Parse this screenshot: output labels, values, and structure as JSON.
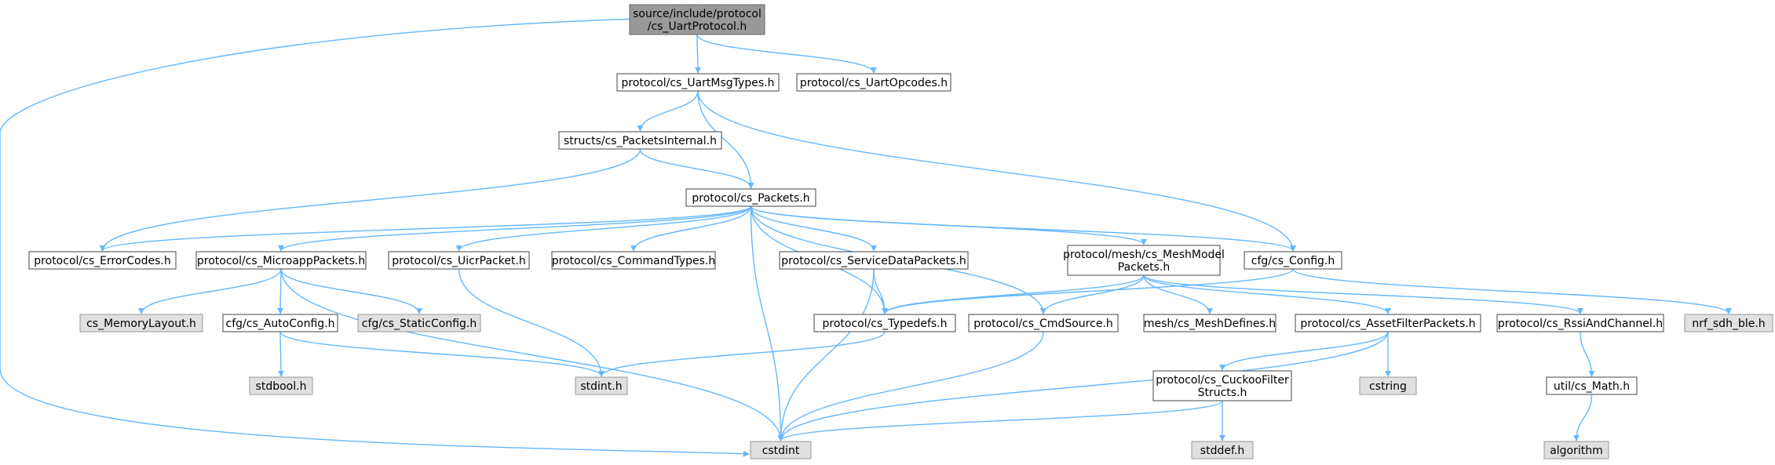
{
  "colors": {
    "edge": "#63b8ff",
    "root_fill": "#999999",
    "root_stroke": "#666666",
    "node_fill": "#ffffff",
    "node_stroke": "#444444",
    "ext_fill": "#e0e0e0",
    "ext_stroke": "#999999"
  },
  "nodes": [
    {
      "id": "root",
      "kind": "root",
      "lines": [
        "source/include/protocol",
        "/cs_UartProtocol.h"
      ]
    },
    {
      "id": "uartmsgtypes",
      "kind": "normal",
      "lines": [
        "protocol/cs_UartMsgTypes.h"
      ]
    },
    {
      "id": "uartopcodes",
      "kind": "normal",
      "lines": [
        "protocol/cs_UartOpcodes.h"
      ]
    },
    {
      "id": "packetsinternal",
      "kind": "normal",
      "lines": [
        "structs/cs_PacketsInternal.h"
      ]
    },
    {
      "id": "packets",
      "kind": "normal",
      "lines": [
        "protocol/cs_Packets.h"
      ]
    },
    {
      "id": "errorcodes",
      "kind": "normal",
      "lines": [
        "protocol/cs_ErrorCodes.h"
      ]
    },
    {
      "id": "microapppackets",
      "kind": "normal",
      "lines": [
        "protocol/cs_MicroappPackets.h"
      ]
    },
    {
      "id": "uicrpacket",
      "kind": "normal",
      "lines": [
        "protocol/cs_UicrPacket.h"
      ]
    },
    {
      "id": "commandtypes",
      "kind": "normal",
      "lines": [
        "protocol/cs_CommandTypes.h"
      ]
    },
    {
      "id": "servicedatapackets",
      "kind": "normal",
      "lines": [
        "protocol/cs_ServiceDataPackets.h"
      ]
    },
    {
      "id": "meshmodelpackets",
      "kind": "normal",
      "lines": [
        "protocol/mesh/cs_MeshModel",
        "Packets.h"
      ]
    },
    {
      "id": "config",
      "kind": "normal",
      "lines": [
        "cfg/cs_Config.h"
      ]
    },
    {
      "id": "memorylayout",
      "kind": "external",
      "lines": [
        "cs_MemoryLayout.h"
      ]
    },
    {
      "id": "autoconfig",
      "kind": "normal",
      "lines": [
        "cfg/cs_AutoConfig.h"
      ]
    },
    {
      "id": "staticconfig",
      "kind": "external",
      "lines": [
        "cfg/cs_StaticConfig.h"
      ]
    },
    {
      "id": "typedefs",
      "kind": "normal",
      "lines": [
        "protocol/cs_Typedefs.h"
      ]
    },
    {
      "id": "cmdsource",
      "kind": "normal",
      "lines": [
        "protocol/cs_CmdSource.h"
      ]
    },
    {
      "id": "meshdefines",
      "kind": "normal",
      "lines": [
        "mesh/cs_MeshDefines.h"
      ]
    },
    {
      "id": "assetfilterpackets",
      "kind": "normal",
      "lines": [
        "protocol/cs_AssetFilterPackets.h"
      ]
    },
    {
      "id": "rssiandchannel",
      "kind": "normal",
      "lines": [
        "protocol/cs_RssiAndChannel.h"
      ]
    },
    {
      "id": "nrfsdhble",
      "kind": "external",
      "lines": [
        "nrf_sdh_ble.h"
      ]
    },
    {
      "id": "stdbool",
      "kind": "external",
      "lines": [
        "stdbool.h"
      ]
    },
    {
      "id": "stdint",
      "kind": "external",
      "lines": [
        "stdint.h"
      ]
    },
    {
      "id": "cstring",
      "kind": "external",
      "lines": [
        "cstring"
      ]
    },
    {
      "id": "cuckoofilterstructs",
      "kind": "normal",
      "lines": [
        "protocol/cs_CuckooFilter",
        "Structs.h"
      ]
    },
    {
      "id": "mathh",
      "kind": "normal",
      "lines": [
        "util/cs_Math.h"
      ]
    },
    {
      "id": "cstdint",
      "kind": "external",
      "lines": [
        "cstdint"
      ]
    },
    {
      "id": "stddef",
      "kind": "external",
      "lines": [
        "stddef.h"
      ]
    },
    {
      "id": "algorithm",
      "kind": "external",
      "lines": [
        "algorithm"
      ]
    }
  ],
  "edges": [
    [
      "root",
      "uartmsgtypes"
    ],
    [
      "root",
      "uartopcodes"
    ],
    [
      "root",
      "cstdint"
    ],
    [
      "uartmsgtypes",
      "packetsinternal"
    ],
    [
      "uartmsgtypes",
      "packets"
    ],
    [
      "uartmsgtypes",
      "config"
    ],
    [
      "packetsinternal",
      "packets"
    ],
    [
      "packetsinternal",
      "errorcodes"
    ],
    [
      "packets",
      "errorcodes"
    ],
    [
      "packets",
      "microapppackets"
    ],
    [
      "packets",
      "uicrpacket"
    ],
    [
      "packets",
      "commandtypes"
    ],
    [
      "packets",
      "servicedatapackets"
    ],
    [
      "packets",
      "meshmodelpackets"
    ],
    [
      "packets",
      "config"
    ],
    [
      "packets",
      "typedefs"
    ],
    [
      "packets",
      "cmdsource"
    ],
    [
      "packets",
      "cstdint"
    ],
    [
      "microapppackets",
      "memorylayout"
    ],
    [
      "microapppackets",
      "autoconfig"
    ],
    [
      "microapppackets",
      "staticconfig"
    ],
    [
      "microapppackets",
      "cstdint"
    ],
    [
      "uicrpacket",
      "stdint"
    ],
    [
      "servicedatapackets",
      "typedefs"
    ],
    [
      "servicedatapackets",
      "cstdint"
    ],
    [
      "meshmodelpackets",
      "typedefs"
    ],
    [
      "meshmodelpackets",
      "cmdsource"
    ],
    [
      "meshmodelpackets",
      "meshdefines"
    ],
    [
      "meshmodelpackets",
      "assetfilterpackets"
    ],
    [
      "meshmodelpackets",
      "rssiandchannel"
    ],
    [
      "config",
      "typedefs"
    ],
    [
      "config",
      "nrfsdhble"
    ],
    [
      "autoconfig",
      "stdbool"
    ],
    [
      "autoconfig",
      "stdint"
    ],
    [
      "typedefs",
      "stdint"
    ],
    [
      "cmdsource",
      "cstdint"
    ],
    [
      "assetfilterpackets",
      "cstring"
    ],
    [
      "assetfilterpackets",
      "cuckoofilterstructs"
    ],
    [
      "assetfilterpackets",
      "cstdint"
    ],
    [
      "rssiandchannel",
      "mathh"
    ],
    [
      "cuckoofilterstructs",
      "cstdint"
    ],
    [
      "cuckoofilterstructs",
      "stddef"
    ],
    [
      "mathh",
      "algorithm"
    ]
  ]
}
